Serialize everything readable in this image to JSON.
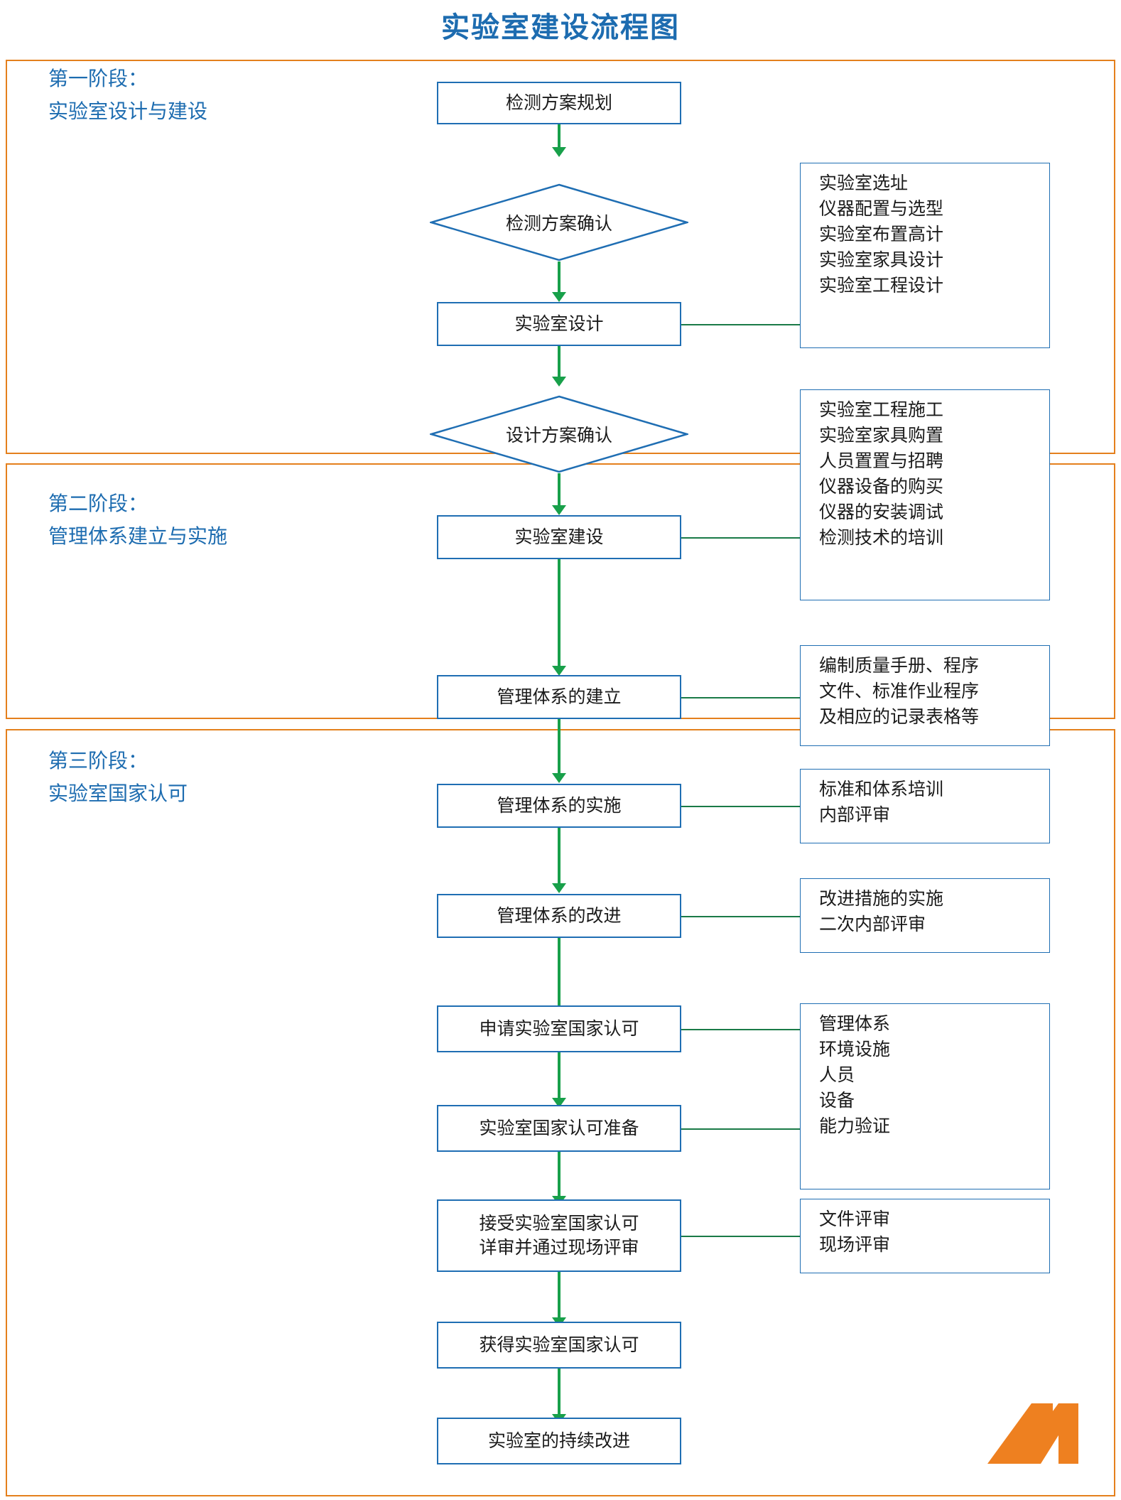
{
  "title": "实验室建设流程图",
  "colors": {
    "title_blue": "#1d6cb0",
    "frame_orange": "#e4801d",
    "node_border_blue": "#1f6eb3",
    "arrow_green": "#18a04a",
    "link_green": "#1a7a47",
    "logo_orange": "#ee8020"
  },
  "stages": [
    {
      "id": "stage-1",
      "line1": "第一阶段：",
      "line2": "实验室设计与建设"
    },
    {
      "id": "stage-2",
      "line1": "第二阶段：",
      "line2": "管理体系建立与实施"
    },
    {
      "id": "stage-3",
      "line1": "第三阶段：",
      "line2": "实验室国家认可"
    }
  ],
  "nodes": {
    "n1": "检测方案规划",
    "n2": "检测方案确认",
    "n3": "实验室设计",
    "n4": "设计方案确认",
    "n5": "实验室建设",
    "n6": "管理体系的建立",
    "n7": "管理体系的实施",
    "n8": "管理体系的改进",
    "n9": "申请实验室国家认可",
    "n10": "实验室国家认可准备",
    "n11": "接受实验室国家认可\n详审并通过现场评审",
    "n12": "获得实验室国家认可",
    "n13": "实验室的持续改进"
  },
  "details": {
    "d1": [
      "实验室选址",
      "仪器配置与选型",
      "实验室布置高计",
      "实验室家具设计",
      "实验室工程设计"
    ],
    "d2": [
      "实验室工程施工",
      "实验室家具购置",
      "人员置置与招聘",
      "仪器设备的购买",
      "仪器的安装调试",
      "检测技术的培训"
    ],
    "d3": [
      "编制质量手册、程序",
      "文件、标准作业程序",
      "及相应的记录表格等"
    ],
    "d4": [
      "标准和体系培训",
      "内部评审"
    ],
    "d5": [
      "改进措施的实施",
      "二次内部评审"
    ],
    "d6": [
      "管理体系",
      "环境设施",
      "人员",
      "设备",
      "能力验证"
    ],
    "d7": [
      "文件评审",
      "现场评审"
    ]
  },
  "logo": {
    "name": "brand-logo-m"
  }
}
